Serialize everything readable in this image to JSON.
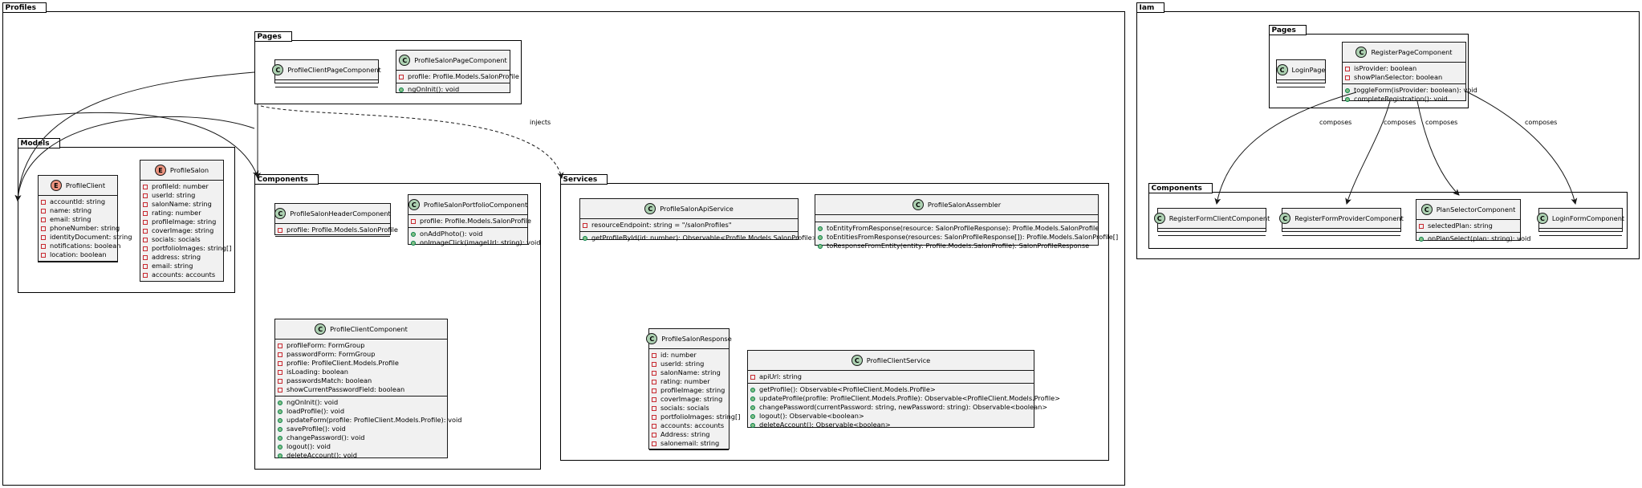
{
  "packages": [
    {
      "id": "profiles",
      "label": "Profiles"
    },
    {
      "id": "profiles-pages",
      "label": "Pages"
    },
    {
      "id": "profiles-models",
      "label": "Models"
    },
    {
      "id": "profiles-components",
      "label": "Components"
    },
    {
      "id": "profiles-services",
      "label": "Services"
    },
    {
      "id": "iam",
      "label": "Iam"
    },
    {
      "id": "iam-pages",
      "label": "Pages"
    },
    {
      "id": "iam-components",
      "label": "Components"
    }
  ],
  "classes": [
    {
      "id": "ProfileClientPageComponent",
      "name": "ProfileClientPageComponent",
      "badge": "C",
      "fields": [],
      "methods": []
    },
    {
      "id": "ProfileSalonPageComponent",
      "name": "ProfileSalonPageComponent",
      "badge": "C",
      "fields": [
        {
          "vis": "priv",
          "text": "profile: Profile.Models.SalonProfile"
        }
      ],
      "methods": [
        {
          "vis": "pub",
          "text": "ngOnInit(): void"
        }
      ]
    },
    {
      "id": "ProfileClient",
      "name": "ProfileClient",
      "badge": "E",
      "fields": [
        {
          "vis": "priv",
          "text": "accountId: string"
        },
        {
          "vis": "priv",
          "text": "name: string"
        },
        {
          "vis": "priv",
          "text": "email: string"
        },
        {
          "vis": "priv",
          "text": "phoneNumber: string"
        },
        {
          "vis": "priv",
          "text": "identityDocument: string"
        },
        {
          "vis": "priv",
          "text": "notifications: boolean"
        },
        {
          "vis": "priv",
          "text": "location: boolean"
        }
      ],
      "methods": []
    },
    {
      "id": "ProfileSalon",
      "name": "ProfileSalon",
      "badge": "E",
      "fields": [
        {
          "vis": "priv",
          "text": "profileId: number"
        },
        {
          "vis": "priv",
          "text": "userId: string"
        },
        {
          "vis": "priv",
          "text": "salonName: string"
        },
        {
          "vis": "priv",
          "text": "rating: number"
        },
        {
          "vis": "priv",
          "text": "profileImage: string"
        },
        {
          "vis": "priv",
          "text": "coverImage: string"
        },
        {
          "vis": "priv",
          "text": "socials: socials"
        },
        {
          "vis": "priv",
          "text": "portfolioImages: string[]"
        },
        {
          "vis": "priv",
          "text": "address: string"
        },
        {
          "vis": "priv",
          "text": "email: string"
        },
        {
          "vis": "priv",
          "text": "accounts: accounts"
        }
      ],
      "methods": []
    },
    {
      "id": "ProfileSalonHeaderComponent",
      "name": "ProfileSalonHeaderComponent",
      "badge": "C",
      "fields": [
        {
          "vis": "priv",
          "text": "profile: Profile.Models.SalonProfile"
        }
      ],
      "methods": []
    },
    {
      "id": "ProfileSalonPortfolioComponent",
      "name": "ProfileSalonPortfolioComponent",
      "badge": "C",
      "fields": [
        {
          "vis": "priv",
          "text": "profile: Profile.Models.SalonProfile"
        }
      ],
      "methods": [
        {
          "vis": "pub",
          "text": "onAddPhoto(): void"
        },
        {
          "vis": "pub",
          "text": "onImageClick(imageUrl: string): void"
        }
      ]
    },
    {
      "id": "ProfileClientComponent",
      "name": "ProfileClientComponent",
      "badge": "C",
      "fields": [
        {
          "vis": "priv",
          "text": "profileForm: FormGroup"
        },
        {
          "vis": "priv",
          "text": "passwordForm: FormGroup"
        },
        {
          "vis": "priv",
          "text": "profile: ProfileClient.Models.Profile"
        },
        {
          "vis": "priv",
          "text": "isLoading: boolean"
        },
        {
          "vis": "priv",
          "text": "passwordsMatch: boolean"
        },
        {
          "vis": "priv",
          "text": "showCurrentPasswordField: boolean"
        }
      ],
      "methods": [
        {
          "vis": "pub",
          "text": "ngOnInit(): void"
        },
        {
          "vis": "pub",
          "text": "loadProfile(): void"
        },
        {
          "vis": "pub",
          "text": "updateForm(profile: ProfileClient.Models.Profile): void"
        },
        {
          "vis": "pub",
          "text": "saveProfile(): void"
        },
        {
          "vis": "pub",
          "text": "changePassword(): void"
        },
        {
          "vis": "pub",
          "text": "logout(): void"
        },
        {
          "vis": "pub",
          "text": "deleteAccount(): void"
        }
      ]
    },
    {
      "id": "ProfileSalonApiService",
      "name": "ProfileSalonApiService",
      "badge": "C",
      "fields": [
        {
          "vis": "priv",
          "text": "resourceEndpoint: string = \"/salonProfiles\""
        }
      ],
      "methods": [
        {
          "vis": "pub",
          "text": "getProfileById(id: number): Observable<Profile.Models.SalonProfile>"
        }
      ]
    },
    {
      "id": "ProfileSalonAssembler",
      "name": "ProfileSalonAssembler",
      "badge": "C",
      "fields": [],
      "methods": [
        {
          "vis": "pub",
          "text": "toEntityFromResponse(resource: SalonProfileResponse): Profile.Models.SalonProfile"
        },
        {
          "vis": "pub",
          "text": "toEntitiesFromResponse(resources: SalonProfileResponse[]): Profile.Models.SalonProfile[]"
        },
        {
          "vis": "pub",
          "text": "toResponseFromEntity(entity: Profile.Models.SalonProfile): SalonProfileResponse"
        }
      ]
    },
    {
      "id": "ProfileSalonResponse",
      "name": "ProfileSalonResponse",
      "badge": "C",
      "fields": [
        {
          "vis": "priv",
          "text": "id: number"
        },
        {
          "vis": "priv",
          "text": "userId: string"
        },
        {
          "vis": "priv",
          "text": "salonName: string"
        },
        {
          "vis": "priv",
          "text": "rating: number"
        },
        {
          "vis": "priv",
          "text": "profileImage: string"
        },
        {
          "vis": "priv",
          "text": "coverImage: string"
        },
        {
          "vis": "priv",
          "text": "socials: socials"
        },
        {
          "vis": "priv",
          "text": "portfolioImages: string[]"
        },
        {
          "vis": "priv",
          "text": "accounts: accounts"
        },
        {
          "vis": "priv",
          "text": "Address: string"
        },
        {
          "vis": "priv",
          "text": "salonemail: string"
        }
      ],
      "methods": []
    },
    {
      "id": "ProfileClientService",
      "name": "ProfileClientService",
      "badge": "C",
      "fields": [
        {
          "vis": "priv",
          "text": "apiUrl: string"
        }
      ],
      "methods": [
        {
          "vis": "pub",
          "text": "getProfile(): Observable<ProfileClient.Models.Profile>"
        },
        {
          "vis": "pub",
          "text": "updateProfile(profile: ProfileClient.Models.Profile): Observable<ProfileClient.Models.Profile>"
        },
        {
          "vis": "pub",
          "text": "changePassword(currentPassword: string, newPassword: string): Observable<boolean>"
        },
        {
          "vis": "pub",
          "text": "logout(): Observable<boolean>"
        },
        {
          "vis": "pub",
          "text": "deleteAccount(): Observable<boolean>"
        }
      ]
    },
    {
      "id": "LoginPage",
      "name": "LoginPage",
      "badge": "C",
      "fields": [],
      "methods": []
    },
    {
      "id": "RegisterPageComponent",
      "name": "RegisterPageComponent",
      "badge": "C",
      "fields": [
        {
          "vis": "priv",
          "text": "isProvider: boolean"
        },
        {
          "vis": "priv",
          "text": "showPlanSelector: boolean"
        }
      ],
      "methods": [
        {
          "vis": "pub",
          "text": "toggleForm(isProvider: boolean): void"
        },
        {
          "vis": "pub",
          "text": "completeRegistration(): void"
        }
      ]
    },
    {
      "id": "RegisterFormClientComponent",
      "name": "RegisterFormClientComponent",
      "badge": "C",
      "fields": [],
      "methods": []
    },
    {
      "id": "RegisterFormProviderComponent",
      "name": "RegisterFormProviderComponent",
      "badge": "C",
      "fields": [],
      "methods": []
    },
    {
      "id": "PlanSelectorComponent",
      "name": "PlanSelectorComponent",
      "badge": "C",
      "fields": [
        {
          "vis": "priv",
          "text": "selectedPlan: string"
        }
      ],
      "methods": [
        {
          "vis": "pub",
          "text": "onPlanSelect(plan: string): void"
        }
      ]
    },
    {
      "id": "LoginFormComponent",
      "name": "LoginFormComponent",
      "badge": "C",
      "fields": [],
      "methods": []
    }
  ],
  "edge_labels": {
    "injects": "injects",
    "composes": "composes"
  }
}
